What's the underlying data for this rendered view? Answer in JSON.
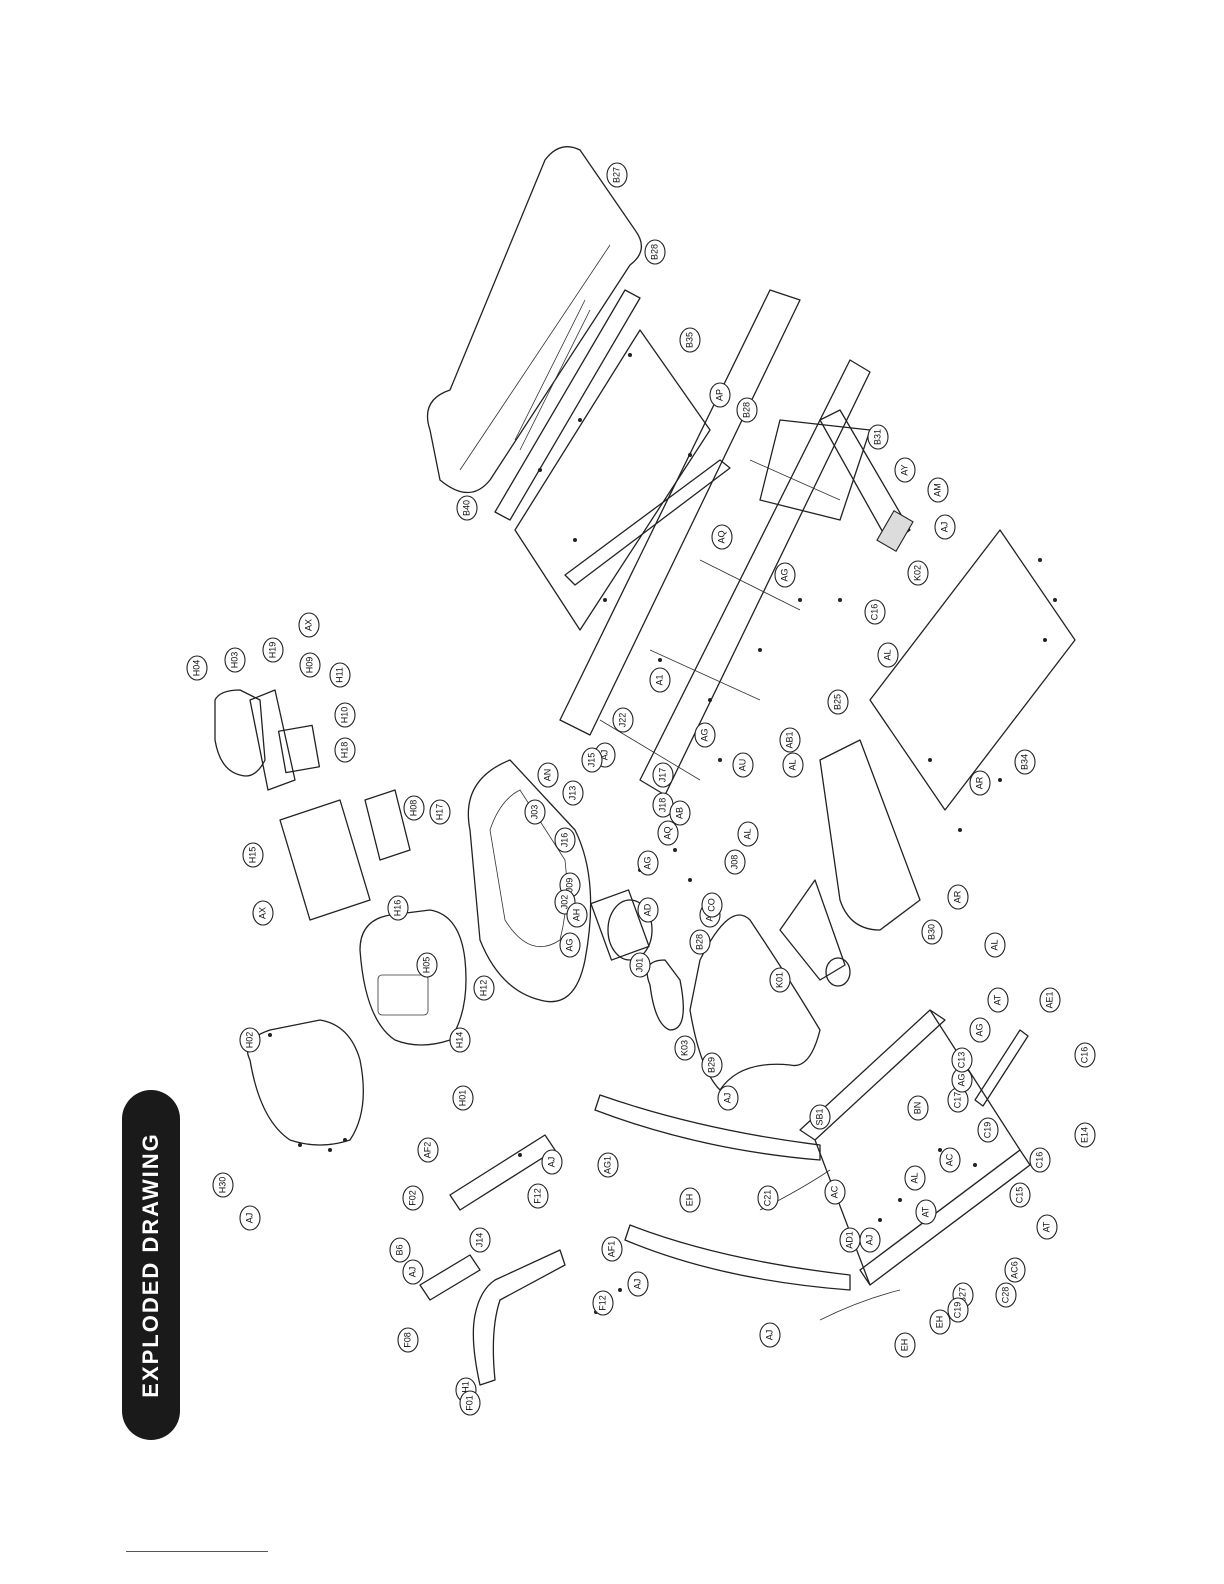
{
  "title": "EXPLODED DRAWING",
  "colors": {
    "title_bg": "#1a1a1a",
    "title_fg": "#ffffff",
    "line": "#222222",
    "footer_rule": "#3355cc"
  },
  "labels": [
    "B27",
    "B28",
    "B40",
    "B35",
    "AP",
    "B28",
    "B31",
    "AY",
    "AM",
    "AJ",
    "K02",
    "AQ",
    "AG",
    "C16",
    "AL",
    "B25",
    "AB1",
    "AU",
    "AG",
    "A1",
    "J22",
    "AJ",
    "AN",
    "J03",
    "J15",
    "J13",
    "J16",
    "J09",
    "J17",
    "J18",
    "AQ",
    "AB",
    "AG",
    "J02",
    "AG",
    "AH",
    "AD",
    "AL",
    "J08",
    "AQ",
    "CO",
    "B28",
    "J01",
    "AL",
    "K01",
    "AR",
    "B30",
    "B34",
    "AR",
    "H04",
    "H03",
    "H19",
    "AX",
    "H09",
    "H11",
    "H10",
    "H18",
    "H15",
    "H08",
    "AX",
    "H16",
    "H05",
    "H17",
    "H02",
    "H01",
    "H14",
    "H12",
    "K03",
    "B29",
    "AJ",
    "H30",
    "AJ",
    "AF2",
    "AJ",
    "F12",
    "F02",
    "B6",
    "J14",
    "AJ",
    "F08",
    "AH1",
    "F01",
    "AF1",
    "AJ",
    "F12",
    "AG1",
    "EH",
    "C21",
    "SB1",
    "AC",
    "BN",
    "AD1",
    "AJ",
    "AT",
    "AL",
    "AC",
    "C19",
    "C17",
    "AG",
    "C13",
    "AT",
    "AG",
    "AE1",
    "AL",
    "C16",
    "E14",
    "C16",
    "C15",
    "AT",
    "AC6",
    "C28",
    "B27",
    "EH",
    "C19",
    "EH",
    "AJ"
  ]
}
